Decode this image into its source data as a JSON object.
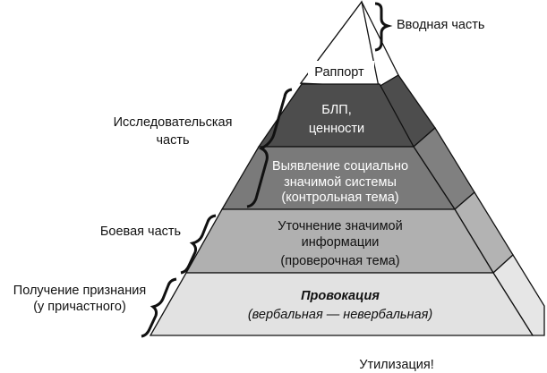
{
  "side_labels": {
    "intro": "Вводная часть",
    "research": [
      "Исследовательская",
      "часть"
    ],
    "battle": "Боевая часть",
    "recognition": [
      "Получение признания",
      "(у причастного)"
    ]
  },
  "levels": {
    "rapport": "Раппорт",
    "blp": [
      "БЛП,",
      "ценности"
    ],
    "reveal": [
      "Выявление социально",
      "значимой системы",
      "(контрольная тема)"
    ],
    "refine": [
      "Уточнение значимой",
      "информации",
      "(проверочная тема)"
    ],
    "provocation": [
      "Провокация",
      "(вербальная — невербальная)"
    ]
  },
  "bottom_label": "Утилизация!",
  "colors": {
    "level1": "#ffffff",
    "level2": "#4d4d4d",
    "level3": "#7a7a7a",
    "level4": "#b0b0b0",
    "level5": "#e2e2e2",
    "outline": "#111111"
  }
}
